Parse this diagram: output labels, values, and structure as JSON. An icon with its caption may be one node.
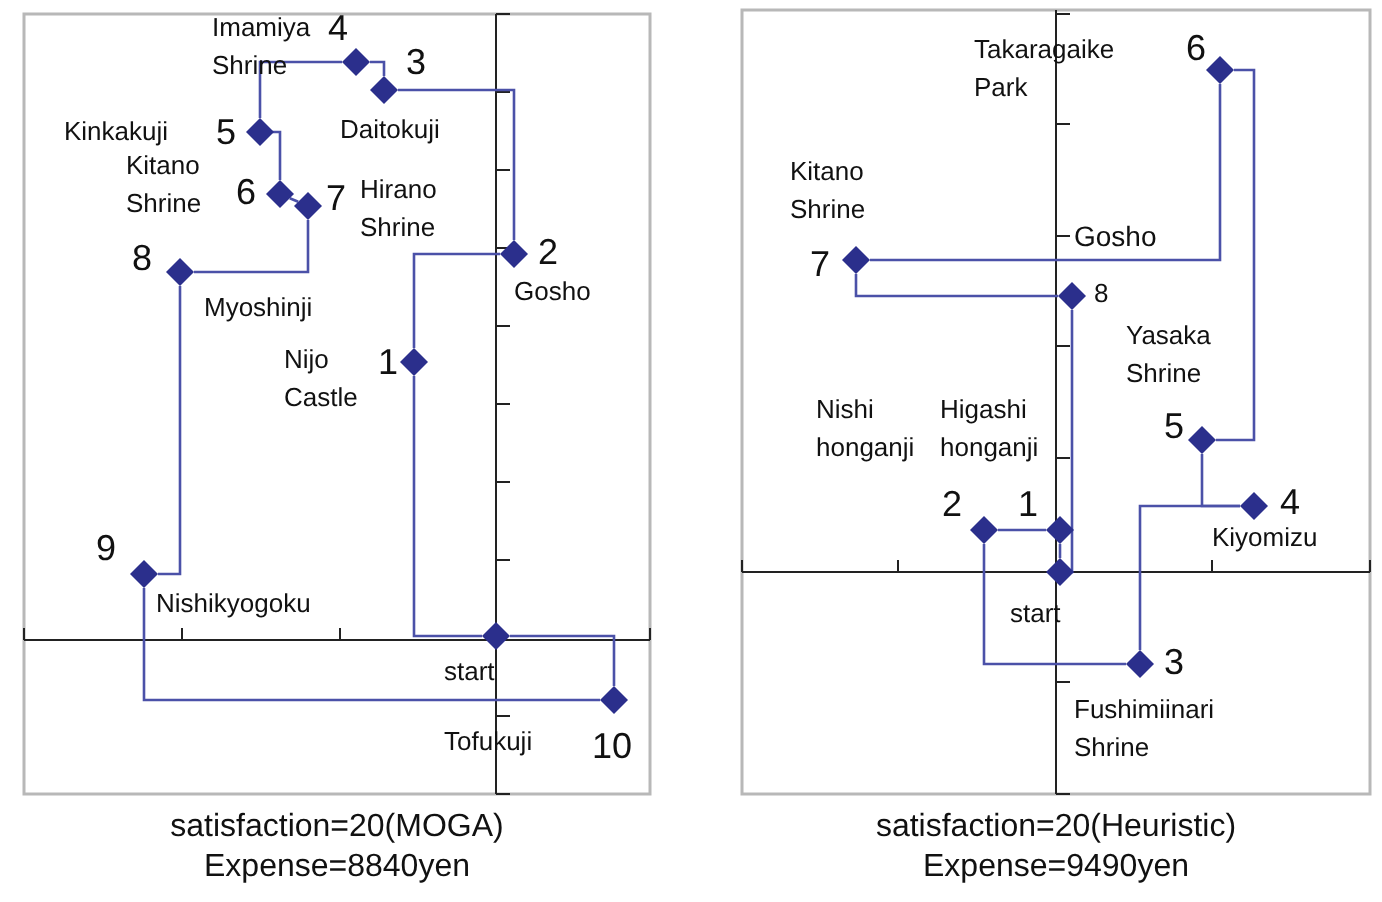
{
  "diagram": {
    "nodes": [
      {
        "text": [],
        "shape": "diamond",
        "beside": [
          "start"
        ]
      },
      {
        "text": [],
        "shape": "diamond",
        "beside": [
          "1",
          "Nijo Castle"
        ]
      },
      {
        "text": [],
        "shape": "diamond",
        "beside": [
          "2",
          "Gosho"
        ]
      },
      {
        "text": [],
        "shape": "diamond",
        "beside": [
          "3",
          "Daitokuji"
        ]
      },
      {
        "text": [],
        "shape": "diamond",
        "beside": [
          "4",
          "Imamiya Shrine"
        ]
      },
      {
        "text": [],
        "shape": "diamond",
        "beside": [
          "5",
          "Kinkakuji"
        ]
      },
      {
        "text": [],
        "shape": "diamond",
        "beside": [
          "6",
          "Kitano Shrine"
        ]
      },
      {
        "text": [],
        "shape": "diamond",
        "beside": [
          "7",
          "Hirano Shrine"
        ]
      },
      {
        "text": [],
        "shape": "diamond",
        "beside": [
          "8",
          "Myoshinji"
        ]
      },
      {
        "text": [],
        "shape": "diamond",
        "beside": [
          "9",
          "Nishikyogoku"
        ]
      },
      {
        "text": [],
        "shape": "diamond",
        "beside": [
          "10",
          "Tofukuji"
        ]
      },
      {
        "text": [],
        "shape": "diamond",
        "beside": [
          "start"
        ]
      },
      {
        "text": [],
        "shape": "diamond",
        "beside": [
          "1",
          "Higashi honganji"
        ]
      },
      {
        "text": [],
        "shape": "diamond",
        "beside": [
          "2",
          "Nishi honganji"
        ]
      },
      {
        "text": [],
        "shape": "diamond",
        "beside": [
          "3",
          "Fushimiinari Shrine"
        ]
      },
      {
        "text": [],
        "shape": "diamond",
        "beside": [
          "4",
          "Kiyomizu"
        ]
      },
      {
        "text": [],
        "shape": "diamond",
        "beside": [
          "5",
          "Yasaka Shrine"
        ]
      },
      {
        "text": [],
        "shape": "diamond",
        "beside": [
          "6",
          "Takaragaike Park"
        ]
      },
      {
        "text": [],
        "shape": "diamond",
        "beside": [
          "7",
          "Kitano Shrine"
        ]
      },
      {
        "text": [],
        "shape": "diamond",
        "beside": [
          "8"
        ]
      }
    ],
    "edges": [
      {
        "from": 0,
        "to": 1,
        "arrow": "none"
      },
      {
        "from": 1,
        "to": 2,
        "arrow": "none"
      },
      {
        "from": 2,
        "to": 3,
        "arrow": "none"
      },
      {
        "from": 3,
        "to": 4,
        "arrow": "none"
      },
      {
        "from": 4,
        "to": 5,
        "arrow": "none"
      },
      {
        "from": 5,
        "to": 6,
        "arrow": "none"
      },
      {
        "from": 6,
        "to": 7,
        "arrow": "none"
      },
      {
        "from": 7,
        "to": 8,
        "arrow": "none"
      },
      {
        "from": 8,
        "to": 9,
        "arrow": "none"
      },
      {
        "from": 9,
        "to": 10,
        "arrow": "none"
      },
      {
        "from": 10,
        "to": 0,
        "arrow": "none"
      },
      {
        "from": 11,
        "to": 12,
        "arrow": "none"
      },
      {
        "from": 12,
        "to": 13,
        "arrow": "none"
      },
      {
        "from": 13,
        "to": 14,
        "arrow": "none"
      },
      {
        "from": 14,
        "to": 15,
        "arrow": "none"
      },
      {
        "from": 15,
        "to": 16,
        "arrow": "none"
      },
      {
        "from": 16,
        "to": 17,
        "arrow": "none"
      },
      {
        "from": 17,
        "to": 18,
        "arrow": "none"
      },
      {
        "from": 18,
        "to": 19,
        "arrow": "none"
      },
      {
        "from": 19,
        "to": 11,
        "arrow": "none"
      }
    ],
    "labels": [
      "Gosho",
      "satisfaction=20(MOGA)",
      "Expense=8840yen",
      "satisfaction=20(Heuristic)",
      "Expense=9490yen"
    ]
  }
}
